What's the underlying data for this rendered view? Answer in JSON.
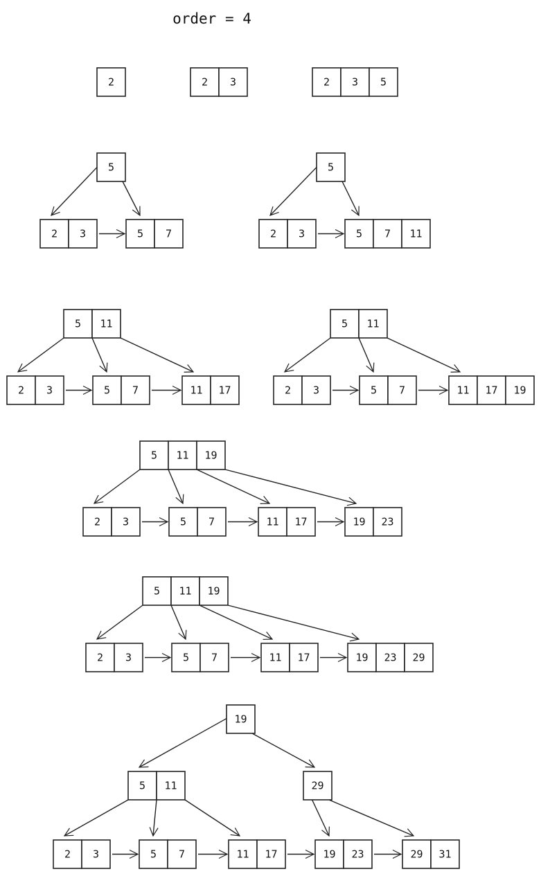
{
  "title": "order = 4",
  "colors": {
    "stroke": "#222222",
    "text": "#111111",
    "background": "#ffffff"
  },
  "states": [
    {
      "id": "s1",
      "nodes": [
        {
          "id": "a",
          "keys": [
            "2"
          ]
        }
      ],
      "links": [],
      "edges": []
    },
    {
      "id": "s2",
      "nodes": [
        {
          "id": "a",
          "keys": [
            "2",
            "3"
          ]
        }
      ],
      "links": [],
      "edges": []
    },
    {
      "id": "s3",
      "nodes": [
        {
          "id": "a",
          "keys": [
            "2",
            "3",
            "5"
          ]
        }
      ],
      "links": [],
      "edges": []
    },
    {
      "id": "s4",
      "nodes": [
        {
          "id": "r",
          "keys": [
            "5"
          ]
        },
        {
          "id": "l1",
          "keys": [
            "2",
            "3"
          ]
        },
        {
          "id": "l2",
          "keys": [
            "5",
            "7"
          ]
        }
      ],
      "links": [
        [
          "l1",
          "l2"
        ]
      ],
      "edges": [
        [
          "r",
          "l1"
        ],
        [
          "r",
          "l2"
        ]
      ]
    },
    {
      "id": "s5",
      "nodes": [
        {
          "id": "r",
          "keys": [
            "5"
          ]
        },
        {
          "id": "l1",
          "keys": [
            "2",
            "3"
          ]
        },
        {
          "id": "l2",
          "keys": [
            "5",
            "7",
            "11"
          ]
        }
      ],
      "links": [
        [
          "l1",
          "l2"
        ]
      ],
      "edges": [
        [
          "r",
          "l1"
        ],
        [
          "r",
          "l2"
        ]
      ]
    },
    {
      "id": "s6",
      "nodes": [
        {
          "id": "r",
          "keys": [
            "5",
            "11"
          ]
        },
        {
          "id": "l1",
          "keys": [
            "2",
            "3"
          ]
        },
        {
          "id": "l2",
          "keys": [
            "5",
            "7"
          ]
        },
        {
          "id": "l3",
          "keys": [
            "11",
            "17"
          ]
        }
      ],
      "links": [
        [
          "l1",
          "l2"
        ],
        [
          "l2",
          "l3"
        ]
      ],
      "edges": [
        [
          "r",
          "l1"
        ],
        [
          "r",
          "l2"
        ],
        [
          "r",
          "l3"
        ]
      ]
    },
    {
      "id": "s7",
      "nodes": [
        {
          "id": "r",
          "keys": [
            "5",
            "11"
          ]
        },
        {
          "id": "l1",
          "keys": [
            "2",
            "3"
          ]
        },
        {
          "id": "l2",
          "keys": [
            "5",
            "7"
          ]
        },
        {
          "id": "l3",
          "keys": [
            "11",
            "17",
            "19"
          ]
        }
      ],
      "links": [
        [
          "l1",
          "l2"
        ],
        [
          "l2",
          "l3"
        ]
      ],
      "edges": [
        [
          "r",
          "l1"
        ],
        [
          "r",
          "l2"
        ],
        [
          "r",
          "l3"
        ]
      ]
    },
    {
      "id": "s8",
      "nodes": [
        {
          "id": "r",
          "keys": [
            "5",
            "11",
            "19"
          ]
        },
        {
          "id": "l1",
          "keys": [
            "2",
            "3"
          ]
        },
        {
          "id": "l2",
          "keys": [
            "5",
            "7"
          ]
        },
        {
          "id": "l3",
          "keys": [
            "11",
            "17"
          ]
        },
        {
          "id": "l4",
          "keys": [
            "19",
            "23"
          ]
        }
      ],
      "links": [
        [
          "l1",
          "l2"
        ],
        [
          "l2",
          "l3"
        ],
        [
          "l3",
          "l4"
        ]
      ],
      "edges": [
        [
          "r",
          "l1"
        ],
        [
          "r",
          "l2"
        ],
        [
          "r",
          "l3"
        ],
        [
          "r",
          "l4"
        ]
      ]
    },
    {
      "id": "s9",
      "nodes": [
        {
          "id": "r",
          "keys": [
            "5",
            "11",
            "19"
          ]
        },
        {
          "id": "l1",
          "keys": [
            "2",
            "3"
          ]
        },
        {
          "id": "l2",
          "keys": [
            "5",
            "7"
          ]
        },
        {
          "id": "l3",
          "keys": [
            "11",
            "17"
          ]
        },
        {
          "id": "l4",
          "keys": [
            "19",
            "23",
            "29"
          ]
        }
      ],
      "links": [
        [
          "l1",
          "l2"
        ],
        [
          "l2",
          "l3"
        ],
        [
          "l3",
          "l4"
        ]
      ],
      "edges": [
        [
          "r",
          "l1"
        ],
        [
          "r",
          "l2"
        ],
        [
          "r",
          "l3"
        ],
        [
          "r",
          "l4"
        ]
      ]
    },
    {
      "id": "s10",
      "nodes": [
        {
          "id": "r",
          "keys": [
            "19"
          ]
        },
        {
          "id": "i1",
          "keys": [
            "5",
            "11"
          ]
        },
        {
          "id": "i2",
          "keys": [
            "29"
          ]
        },
        {
          "id": "l1",
          "keys": [
            "2",
            "3"
          ]
        },
        {
          "id": "l2",
          "keys": [
            "5",
            "7"
          ]
        },
        {
          "id": "l3",
          "keys": [
            "11",
            "17"
          ]
        },
        {
          "id": "l4",
          "keys": [
            "19",
            "23"
          ]
        },
        {
          "id": "l5",
          "keys": [
            "29",
            "31"
          ]
        }
      ],
      "links": [
        [
          "l1",
          "l2"
        ],
        [
          "l2",
          "l3"
        ],
        [
          "l3",
          "l4"
        ],
        [
          "l4",
          "l5"
        ]
      ],
      "edges": [
        [
          "r",
          "i1"
        ],
        [
          "r",
          "i2"
        ],
        [
          "i1",
          "l1"
        ],
        [
          "i1",
          "l2"
        ],
        [
          "i1",
          "l3"
        ],
        [
          "i2",
          "l4"
        ],
        [
          "i2",
          "l5"
        ]
      ]
    }
  ]
}
